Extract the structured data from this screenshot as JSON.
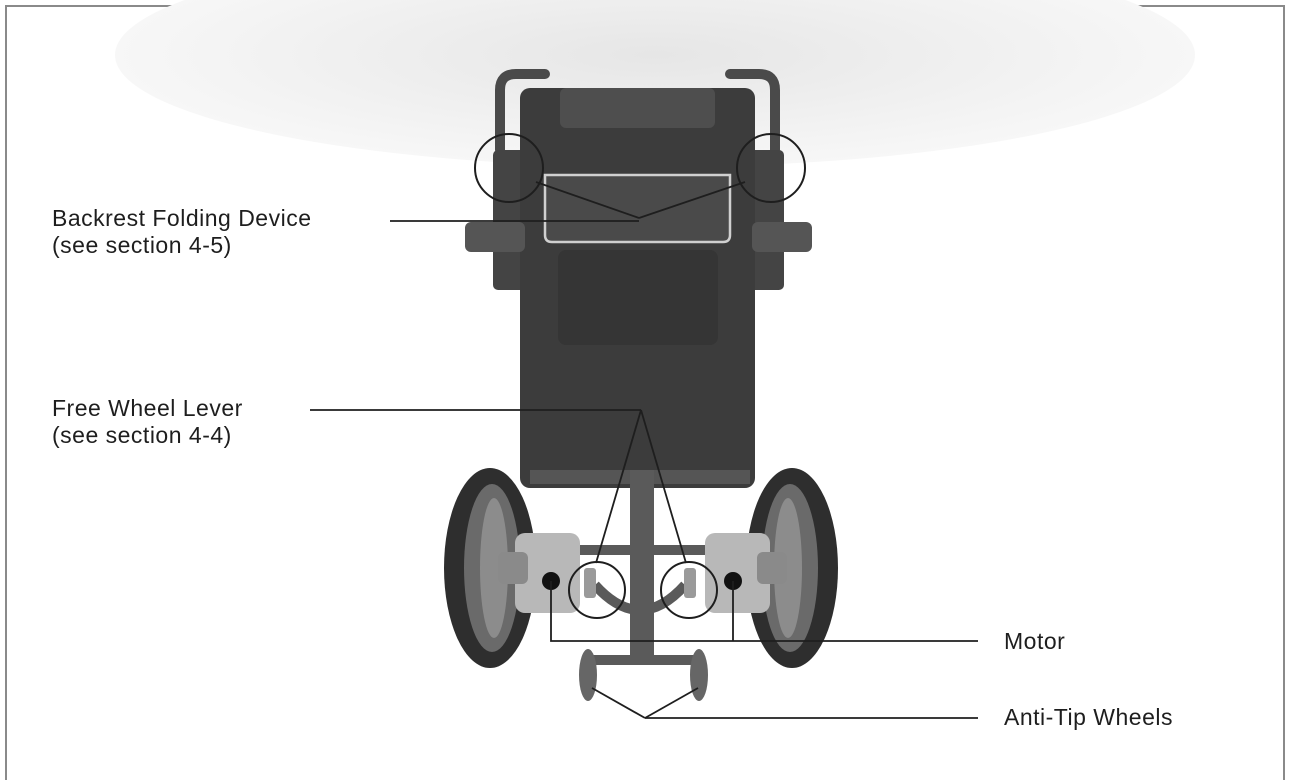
{
  "callouts": {
    "backrest": {
      "label": "Backrest Folding Device",
      "note": "(see section 4-5)"
    },
    "free_wheel": {
      "label": "Free Wheel Lever",
      "note": "(see section 4-4)"
    },
    "motor": {
      "label": "Motor"
    },
    "anti_tip": {
      "label": "Anti-Tip Wheels"
    }
  },
  "colors": {
    "frame_border": "#8a8a8a",
    "callout_line": "#1e1e1e",
    "chair_dark": "#3c3c3c",
    "chair_mid": "#5a5a5a",
    "tire": "#2e2e2e",
    "motor_silver": "#b8b8b8",
    "backdrop_glow": "#ececec"
  }
}
